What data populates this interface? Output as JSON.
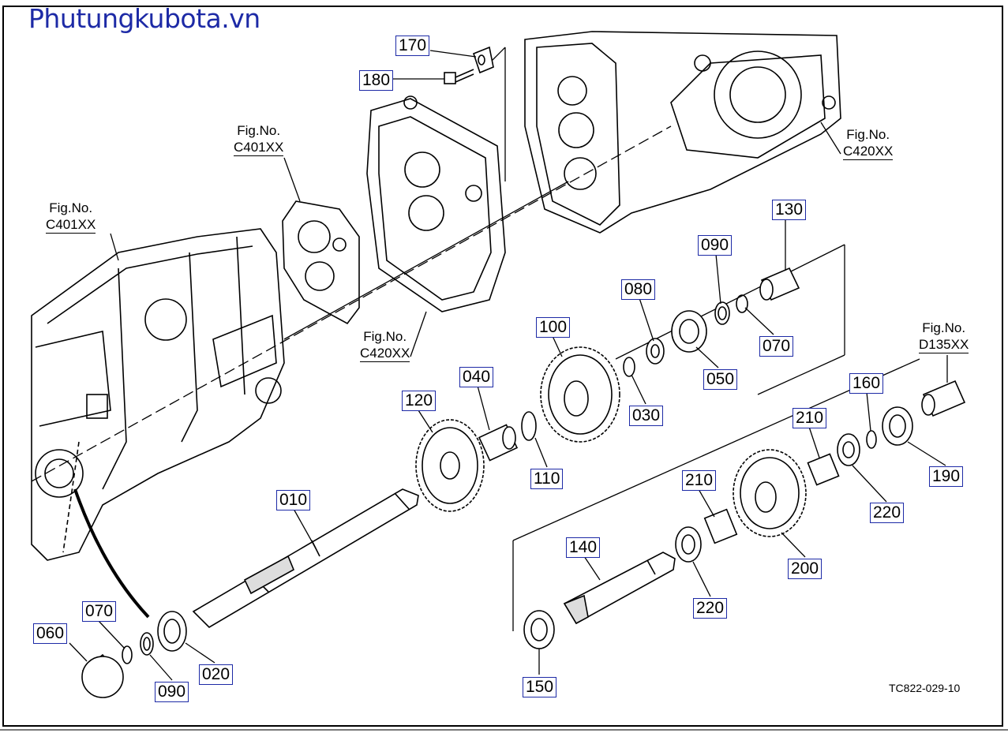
{
  "watermark": "Phutungkubota.vn",
  "diagram_code": "TC822-029-10",
  "figure_refs": [
    {
      "id": "c401-top",
      "line1": "Fig.No.",
      "line2": "C401XX"
    },
    {
      "id": "c401-left",
      "line1": "Fig.No.",
      "line2": "C401XX"
    },
    {
      "id": "c420-right",
      "line1": "Fig.No.",
      "line2": "C420XX"
    },
    {
      "id": "c420-mid",
      "line1": "Fig.No.",
      "line2": "C420XX"
    },
    {
      "id": "d135",
      "line1": "Fig.No.",
      "line2": "D135XX"
    }
  ],
  "parts": [
    "170",
    "180",
    "130",
    "090",
    "080",
    "100",
    "070",
    "050",
    "040",
    "030",
    "120",
    "110",
    "010",
    "140",
    "150",
    "210",
    "210",
    "160",
    "190",
    "220",
    "200",
    "220",
    "070",
    "060",
    "090",
    "020"
  ]
}
